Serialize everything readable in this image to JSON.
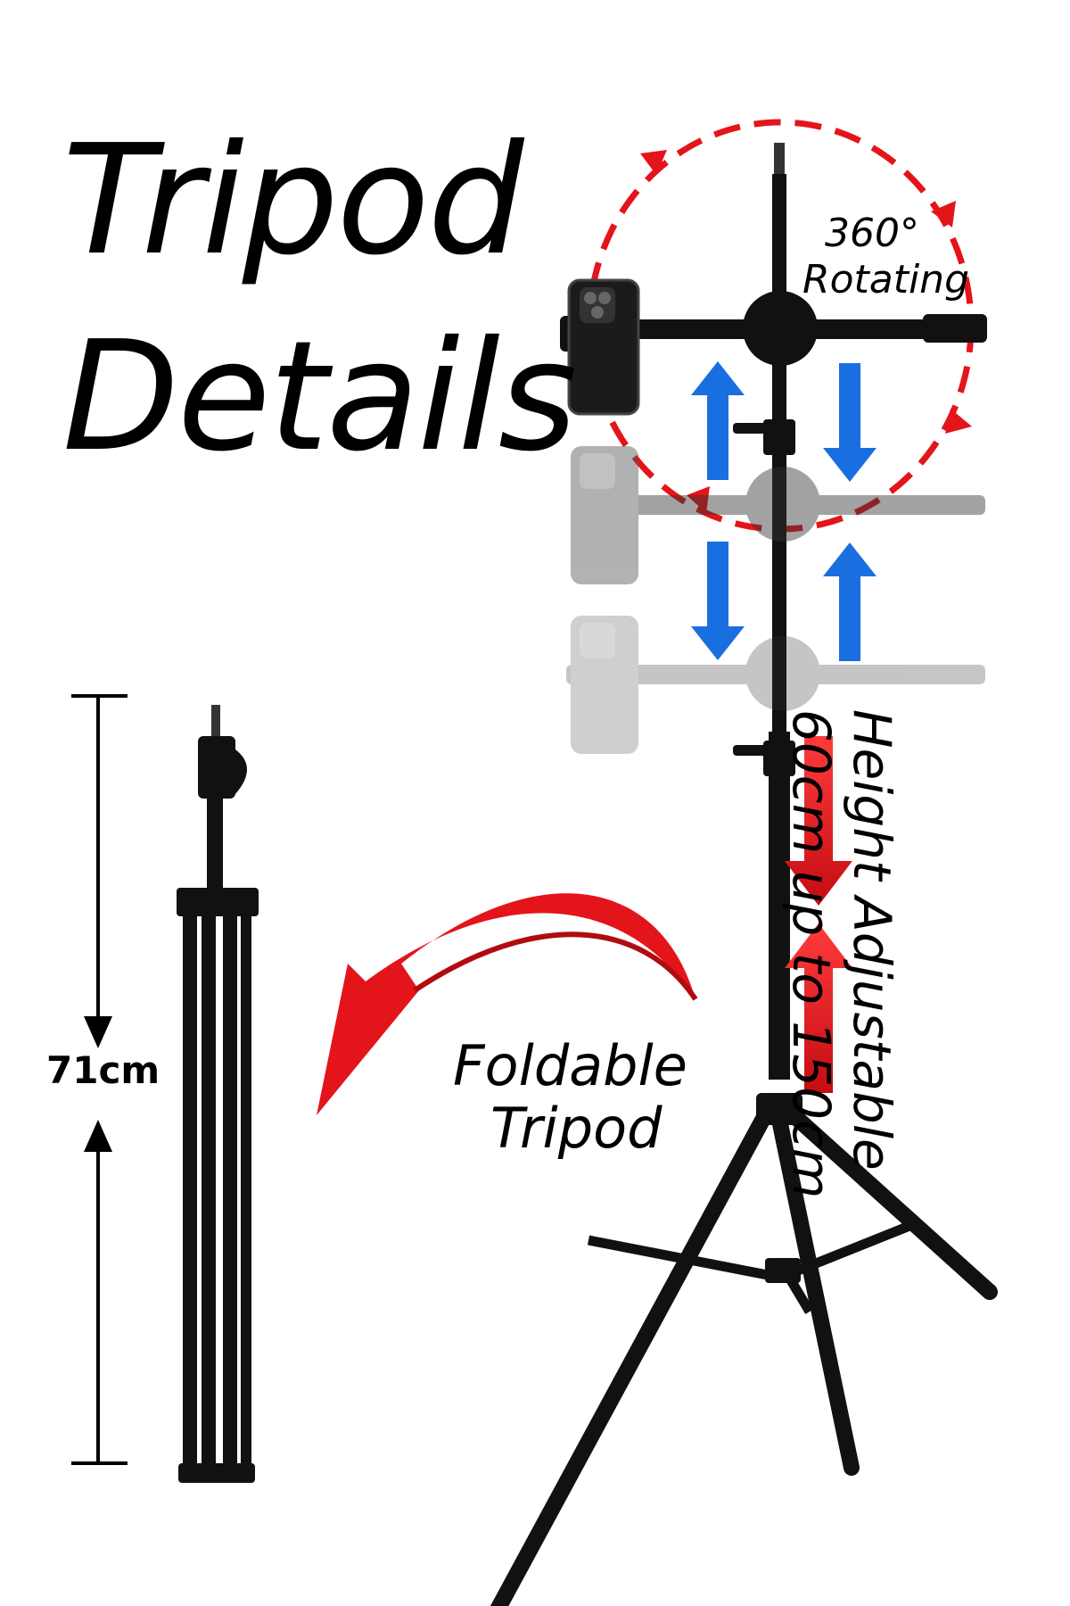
{
  "title": {
    "line1": "Tripod",
    "line2": "Details"
  },
  "features": {
    "rotation": {
      "line1": "360°",
      "line2": "Rotating"
    },
    "height": {
      "line1": "Height Adjustable",
      "line2": "60cm up to 150cm"
    },
    "fold": {
      "line1": "Foldable",
      "line2": "Tripod"
    },
    "folded_height": "71cm"
  },
  "icons": [
    "tripod-stand",
    "smartphone-holder",
    "rotation-arrow",
    "height-arrow",
    "fold-arrow"
  ],
  "colors": {
    "text": "#000000",
    "arrow_red": "#e4141b",
    "arrow_blue": "#1a7fe0",
    "stand": "#111111"
  }
}
